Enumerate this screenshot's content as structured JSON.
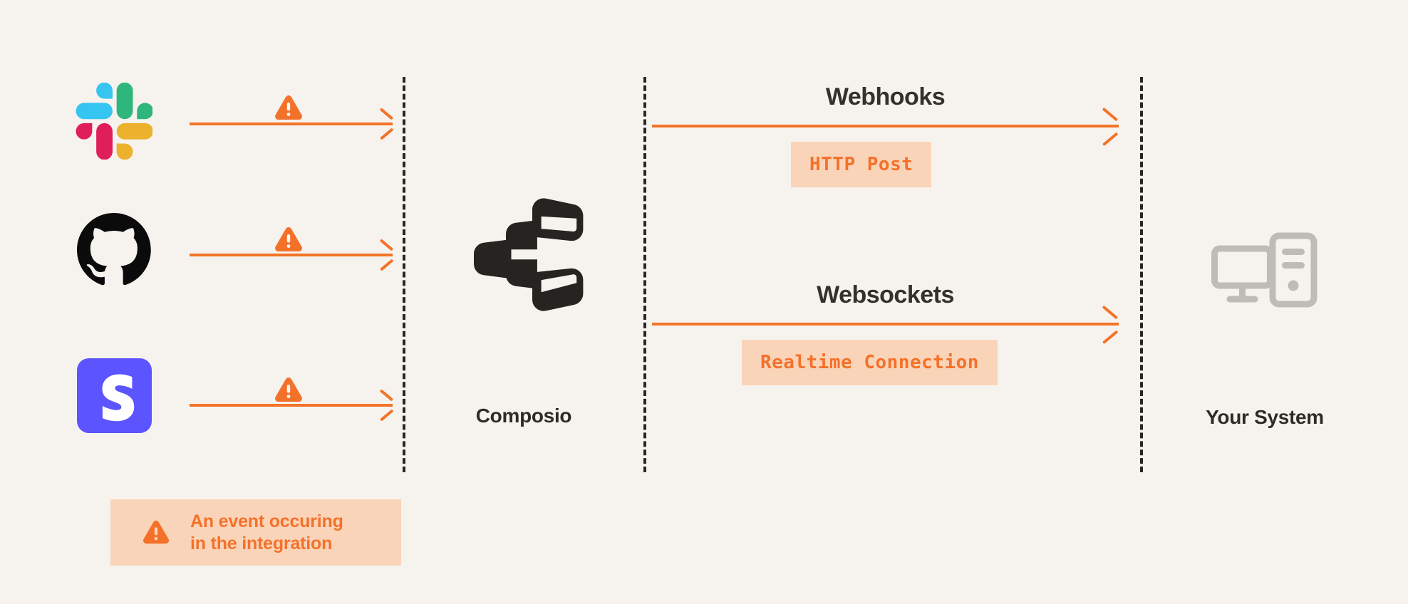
{
  "canvas": {
    "background_color": "#F6F3EE",
    "accent_color": "#F37327",
    "tag_background_color": "#FAD4B9",
    "text_color": "#2E2C29",
    "dash_color": "#262626"
  },
  "integrations": [
    {
      "name": "Slack",
      "icon": "slack-logo-icon"
    },
    {
      "name": "GitHub",
      "icon": "github-logo-icon"
    },
    {
      "name": "Stripe",
      "icon": "stripe-logo-icon"
    }
  ],
  "event_marker": {
    "icon": "warning-triangle-icon"
  },
  "hub": {
    "label": "Composio",
    "icon": "composio-logo-icon"
  },
  "channels": [
    {
      "title": "Webhooks",
      "tag": "HTTP Post",
      "icon": "arrow-right-icon"
    },
    {
      "title": "Websockets",
      "tag": "Realtime Connection",
      "icon": "arrow-right-icon"
    }
  ],
  "destination": {
    "label": "Your System",
    "icon": "desktop-computer-icon"
  },
  "legend": {
    "icon": "warning-triangle-icon",
    "line1": "An event occuring",
    "line2": "in the integration"
  }
}
